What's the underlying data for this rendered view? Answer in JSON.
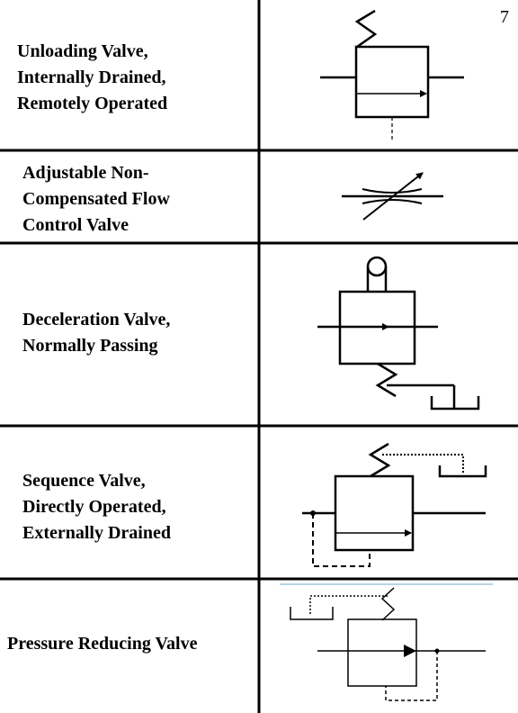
{
  "page_number": "7",
  "rows": [
    {
      "id": "unloading",
      "lines": [
        "Unloading Valve,",
        "Internally Drained,",
        "Remotely Operated"
      ]
    },
    {
      "id": "flow-control",
      "lines": [
        "Adjustable Non-",
        "Compensated Flow",
        "Control Valve"
      ]
    },
    {
      "id": "deceleration",
      "lines": [
        "Deceleration Valve,",
        "Normally Passing"
      ]
    },
    {
      "id": "sequence",
      "lines": [
        "Sequence Valve,",
        "Directly Operated,",
        "Externally Drained"
      ]
    },
    {
      "id": "pressure-reducing",
      "lines": [
        "Pressure Reducing Valve"
      ]
    }
  ]
}
